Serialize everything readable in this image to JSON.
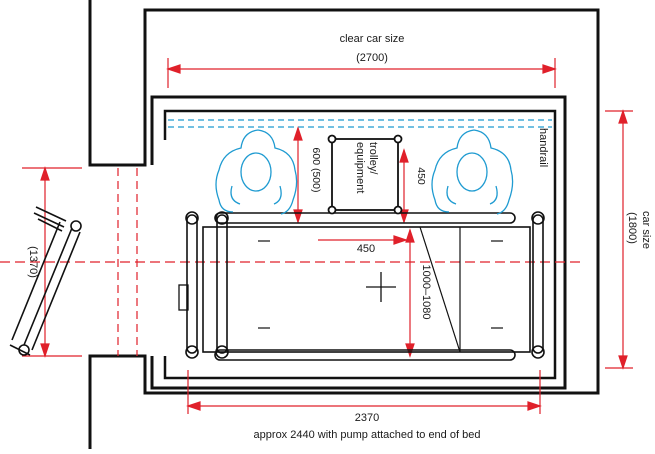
{
  "labels": {
    "clear_car_size": "clear car size",
    "clear_car_size_value": "(2700)",
    "handrail": "handrail",
    "car_size": "car size",
    "car_size_value": "(1800)",
    "door_width": "(1370)",
    "trolley_line1": "trolley/",
    "trolley_line2": "equipment",
    "trolley_depth": "600 (500)",
    "gap_450_vertical": "450",
    "gap_450_horizontal": "450",
    "bed_width": "1000–1080",
    "bed_length": "2370",
    "bed_length_note": "approx 2440 with pump attached to end of bed"
  },
  "colors": {
    "walls": "#111111",
    "dimension_lines": "#e0202a",
    "people_outline": "#1f9bd1",
    "handrail_dashes": "#1f9bd1"
  }
}
